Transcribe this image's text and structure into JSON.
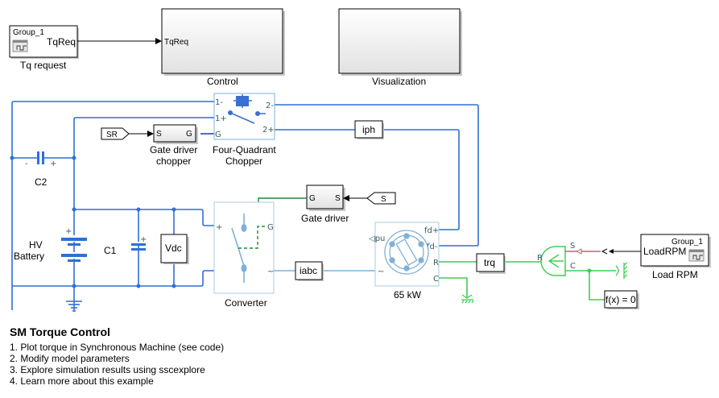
{
  "model": {
    "title": "SM Torque Control",
    "steps": [
      "1. Plot torque in Synchronous Machine (see code)",
      "2. Modify model parameters",
      "3. Explore simulation results using sscexplore",
      "4. Learn more about this example"
    ]
  },
  "blocks": {
    "tq_request": {
      "label": "Tq request",
      "group": "Group_1",
      "port": "TqReq"
    },
    "control": {
      "label": "Control",
      "port": "TqReq"
    },
    "visualization": {
      "label": "Visualization"
    },
    "chopper": {
      "label_line1": "Four-Quadrant",
      "label_line2": "Chopper",
      "ports": [
        "1-",
        "1+",
        "G",
        "2-",
        "2+"
      ]
    },
    "gate_driver_chopper": {
      "label_line1": "Gate driver",
      "label_line2": "chopper",
      "in": "S",
      "out": "G"
    },
    "sr_tag": {
      "label": "SR"
    },
    "iph": {
      "label": "iph"
    },
    "c2": {
      "label": "C2",
      "minus": "-",
      "plus": "+"
    },
    "battery": {
      "label_line1": "HV",
      "label_line2": "Battery",
      "plus": "+"
    },
    "c1": {
      "label": "C1",
      "plus": "+"
    },
    "vdc": {
      "label": "Vdc"
    },
    "gate_driver": {
      "label": "Gate driver",
      "in": "S",
      "out": "G"
    },
    "s_tag": {
      "label": "S"
    },
    "converter": {
      "label": "Converter",
      "ports": [
        "+",
        "G",
        "~"
      ]
    },
    "iabc": {
      "label": "iabc"
    },
    "machine": {
      "label": "65 kW",
      "ports": [
        "pu",
        "fd+",
        "fd-",
        "R",
        "C",
        "~"
      ]
    },
    "trq": {
      "label": "trq"
    },
    "speed_source": {
      "ports": [
        "S",
        "R",
        "C"
      ]
    },
    "load_rpm": {
      "label": "Load RPM",
      "group": "Group_1",
      "port": "LoadRPM"
    },
    "solver": {
      "label": "f(x) = 0"
    }
  },
  "colors": {
    "electrical": "#2f6fd6",
    "gate": "#1a8a3a",
    "mechanical": "#3ccf55",
    "ps_signal": "#a05050"
  }
}
